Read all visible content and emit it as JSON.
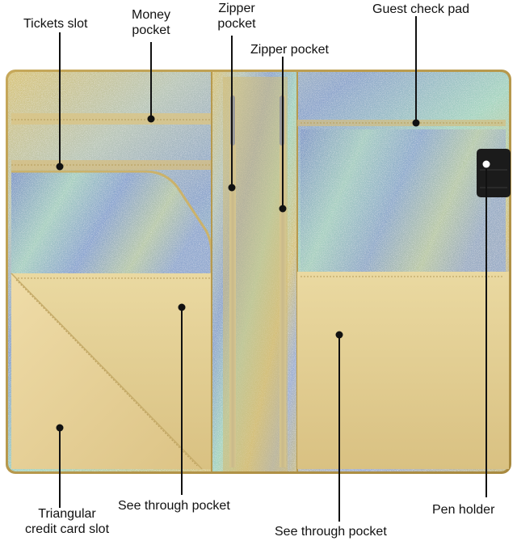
{
  "labels": {
    "tickets_slot": "Tickets slot",
    "money_pocket": {
      "line1": "Money",
      "line2": "pocket"
    },
    "zipper_pocket_left": {
      "line1": "Zipper",
      "line2": "pocket"
    },
    "zipper_pocket_right": "Zipper pocket",
    "guest_check_pad": "Guest check pad",
    "triangular_slot": {
      "line1": "Triangular",
      "line2": "credit card slot"
    },
    "see_through_left": "See through pocket",
    "see_through_right": "See through pocket",
    "pen_holder": "Pen holder"
  },
  "colors": {
    "gold_leather": "#e3cf8e",
    "gold_dark": "#b99c50",
    "holo_blue": "#8fa3c9",
    "holo_mint": "#a7d3c1",
    "holo_gold": "#d9c27a",
    "leader_line": "#111111",
    "pen_holder": "#1b1b1b"
  }
}
